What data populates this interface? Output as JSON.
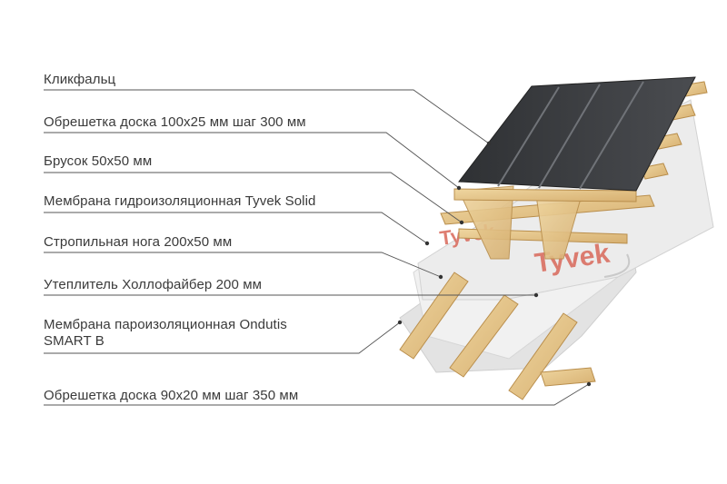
{
  "labels": [
    {
      "text": "Кликфальц",
      "target_icon": "standing-seam-roof"
    },
    {
      "text": "Обрешетка доска 100х25 мм шаг 300 мм",
      "target_icon": "top-batten-board"
    },
    {
      "text": "Брусок 50х50 мм",
      "target_icon": "counter-batten"
    },
    {
      "text": "Мембрана гидроизоляционная Tyvek Solid",
      "target_icon": "waterproof-membrane"
    },
    {
      "text": "Стропильная нога 200х50 мм",
      "target_icon": "rafter"
    },
    {
      "text": "Утеплитель Холлофайбер 200 мм",
      "target_icon": "insulation"
    },
    {
      "text_lines": [
        "Мембрана пароизоляционная Ondutis",
        "SMART B"
      ],
      "target_icon": "vapor-barrier"
    },
    {
      "text": "Обрешетка доска 90х20 мм шаг 350 мм",
      "target_icon": "bottom-batten-board"
    }
  ],
  "membrane_print": "Tyvek",
  "colors": {
    "text": "#3a3a3a",
    "leader": "#555555",
    "metal": "#3c3e41",
    "wood": "#e4c58a",
    "membrane": "#eaeaea",
    "print": "#d9685a"
  }
}
